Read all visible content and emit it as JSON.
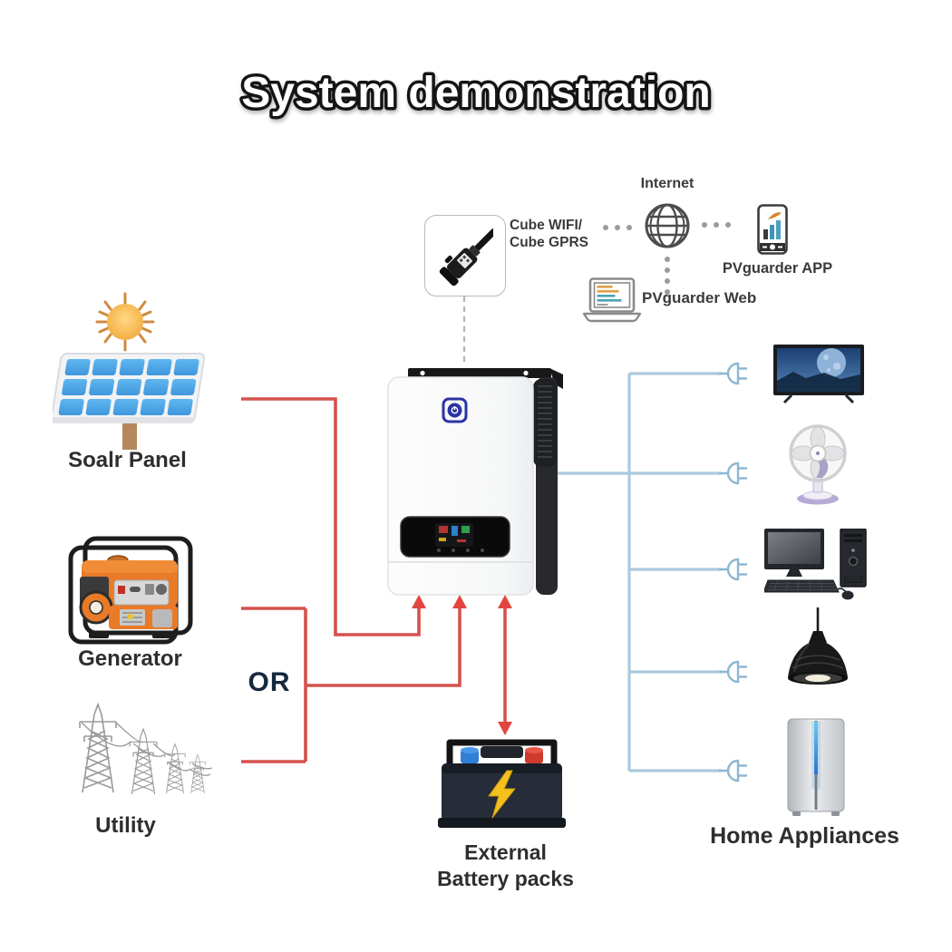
{
  "title": "System demonstration",
  "monitoring": {
    "dongle_label_line1": "Cube WIFI/",
    "dongle_label_line2": "Cube  GPRS",
    "internet_label": "Internet",
    "app_label": "PVguarder APP",
    "web_label": "PVguarder Web"
  },
  "sources": [
    {
      "id": "solar-panel",
      "label": "Soalr Panel",
      "icon": "solar-panel-icon"
    },
    {
      "id": "generator",
      "label": "Generator",
      "icon": "generator-icon"
    },
    {
      "id": "utility",
      "label": "Utility",
      "icon": "utility-towers-icon"
    }
  ],
  "or_label": "OR",
  "battery": {
    "label_line1": "External",
    "label_line2": "Battery packs",
    "icon": "battery-icon"
  },
  "appliances": {
    "label": "Home Appliances",
    "items": [
      {
        "id": "tv",
        "icon": "tv-icon"
      },
      {
        "id": "fan",
        "icon": "fan-icon"
      },
      {
        "id": "computer",
        "icon": "desktop-computer-icon"
      },
      {
        "id": "lamp",
        "icon": "pendant-lamp-icon"
      },
      {
        "id": "refrigerator",
        "icon": "refrigerator-icon"
      }
    ]
  },
  "icons": {
    "sun-icon": "sun with rays",
    "wifi-dongle-icon": "usb wifi antenna dongle",
    "globe-icon": "internet globe",
    "smartphone-chart-icon": "phone showing bar chart",
    "laptop-icon": "laptop with code lines",
    "power-plug-icon": "ac power plug",
    "battery-icon": "car battery with lightning bolt"
  },
  "colors": {
    "source_line": "#d5514d",
    "arrow_head": "#e2453f",
    "load_line": "#abc9dd",
    "plug": "#8db7d2",
    "dashed_link": "#b4b4b4",
    "dots": "#9b9b9b",
    "or_text": "#15293e",
    "inverter_logo": "#2a34a4"
  }
}
